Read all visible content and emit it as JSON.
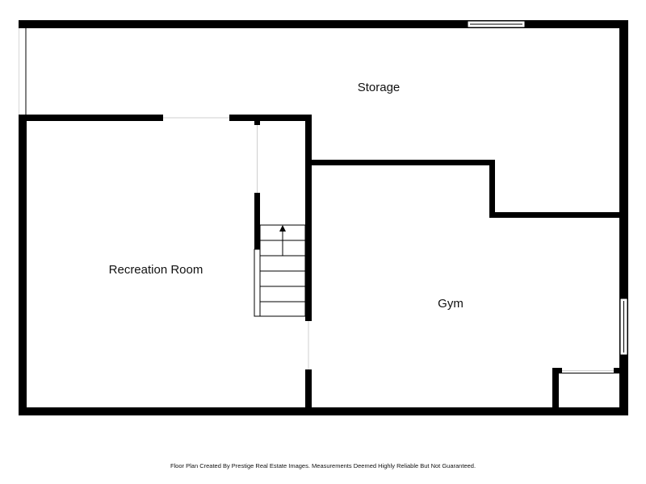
{
  "rooms": {
    "storage": "Storage",
    "recreation": "Recreation Room",
    "gym": "Gym"
  },
  "footer": "Floor Plan Created By Prestige Real Estate Images. Measurements Deemed Highly Reliable But Not Guaranteed.",
  "colors": {
    "wall": "#000000",
    "opening": "#ffffff",
    "background": "#ffffff"
  }
}
